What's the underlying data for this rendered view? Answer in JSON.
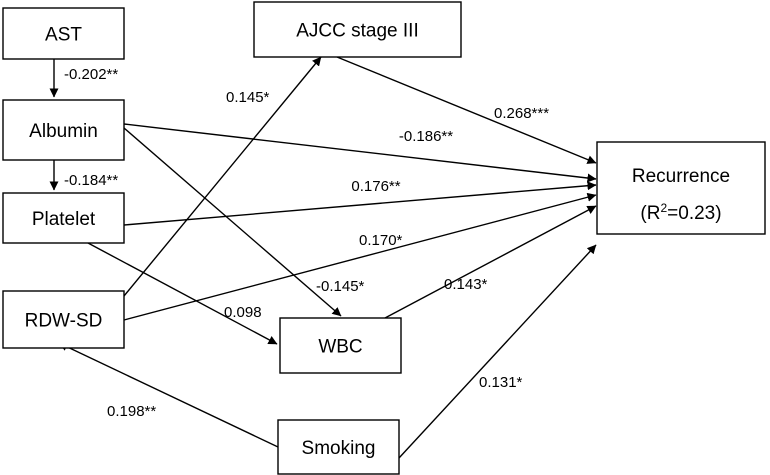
{
  "colors": {
    "stroke": "#000000",
    "background": "#ffffff"
  },
  "nodes": [
    {
      "id": "ast",
      "label": "AST"
    },
    {
      "id": "albumin",
      "label": "Albumin"
    },
    {
      "id": "platelet",
      "label": "Platelet"
    },
    {
      "id": "rdw",
      "label": "RDW-SD"
    },
    {
      "id": "ajcc",
      "label": "AJCC stage III"
    },
    {
      "id": "wbc",
      "label": "WBC"
    },
    {
      "id": "smoking",
      "label": "Smoking"
    },
    {
      "id": "recurrence",
      "label": "Recurrence",
      "r2_prefix": "(R",
      "r2_sup": "2",
      "r2_suffix": "=0.23)"
    }
  ],
  "edges": [
    {
      "from": "ast",
      "to": "albumin",
      "label": "-0.202**"
    },
    {
      "from": "albumin",
      "to": "platelet",
      "label": "-0.184**"
    },
    {
      "from": "rdw",
      "to": "ajcc",
      "label": "0.145*"
    },
    {
      "from": "ajcc",
      "to": "recurrence",
      "label": "0.268***"
    },
    {
      "from": "albumin",
      "to": "recurrence",
      "label": "-0.186**"
    },
    {
      "from": "platelet",
      "to": "recurrence",
      "label": "0.176**"
    },
    {
      "from": "rdw",
      "to": "recurrence",
      "label": "0.170*"
    },
    {
      "from": "albumin",
      "to": "wbc",
      "label": "-0.145*"
    },
    {
      "from": "wbc",
      "to": "recurrence",
      "label": "0.143*"
    },
    {
      "from": "platelet",
      "to": "wbc",
      "label": "0.098"
    },
    {
      "from": "smoking",
      "to": "rdw",
      "label": "0.198**"
    },
    {
      "from": "smoking",
      "to": "recurrence",
      "label": "0.131*"
    }
  ]
}
